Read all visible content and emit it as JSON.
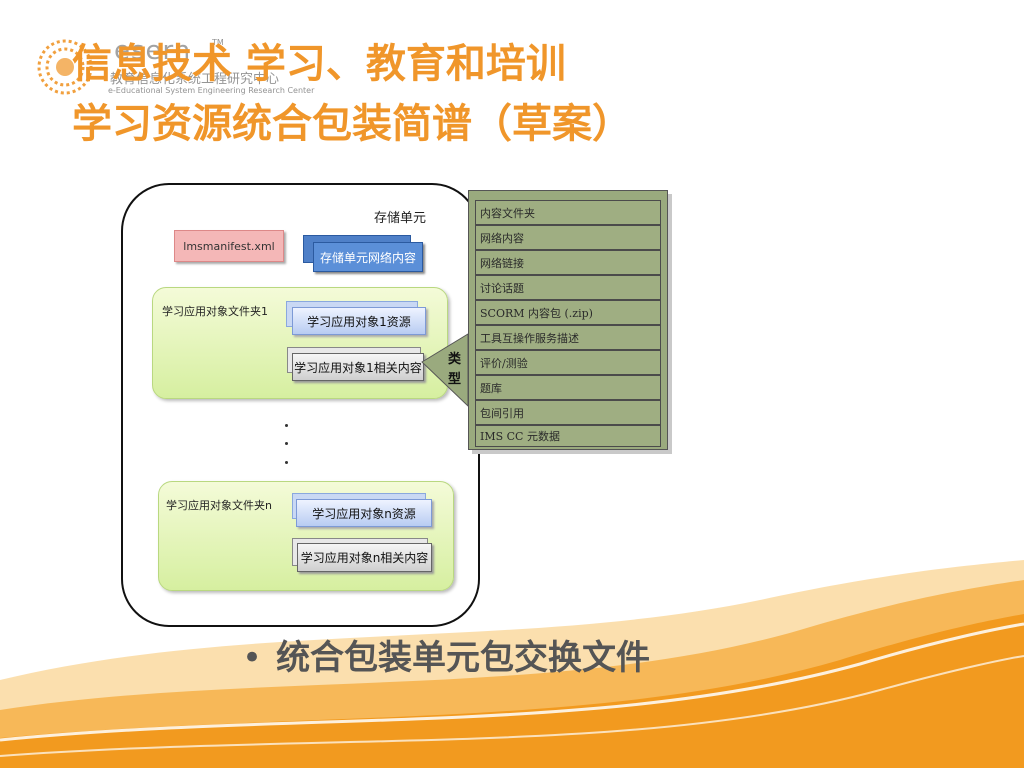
{
  "title_line1": "信息技术 学习、教育和培训",
  "title_line2": "学习资源统合包装简谱（草案）",
  "logo": {
    "brand": "esern",
    "trademark": "TM",
    "cn": "教育信息化系统工程研究中心",
    "en": "e-Educational System Engineering Research Center"
  },
  "diagram": {
    "storage_label": "存储单元",
    "manifest_file": "lmsmanifest.xml",
    "storage_network": "存储单元网络内容",
    "folder1": {
      "label": "学习应用对象文件夹1",
      "resource": "学习应用对象1资源",
      "related": "学习应用对象1相关内容"
    },
    "ellipsis": [
      "·",
      "·",
      "·"
    ],
    "foldern": {
      "label": "学习应用对象文件夹n",
      "resource": "学习应用对象n资源",
      "related": "学习应用对象n相关内容"
    },
    "type_label": [
      "类",
      "型"
    ],
    "types": [
      "内容文件夹",
      "网络内容",
      "网络链接",
      "讨论话题",
      "SCORM 内容包 (.zip)",
      "工具互操作服务描述",
      "评价/测验",
      "题库",
      "包间引用",
      "IMS CC 元数据"
    ]
  },
  "bullet": {
    "symbol": "•",
    "text": "统合包装单元包交换文件"
  },
  "colors": {
    "title": "#f0962a",
    "swoosh": "#f29a1f",
    "types_panel": "#9aaa7e"
  }
}
